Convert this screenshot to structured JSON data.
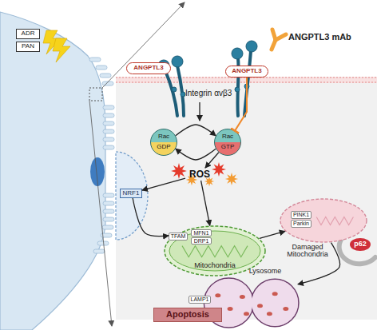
{
  "diagram": {
    "nodes": [
      {
        "text": [
          "ADR"
        ]
      },
      {
        "text": [
          "PAN"
        ]
      },
      {
        "text": [
          "ANGPTL3"
        ]
      },
      {
        "text": [
          "ANGPTL3"
        ]
      },
      {
        "text": [
          "Rac",
          "GDP"
        ]
      },
      {
        "text": [
          "Rac",
          "GTP"
        ]
      },
      {
        "text": [
          "ROS"
        ]
      },
      {
        "text": [
          "NRF1"
        ]
      },
      {
        "text": [
          "Mitochondria"
        ]
      },
      {
        "text": [
          "TFAM"
        ],
        "in": 8
      },
      {
        "text": [
          "MFN1"
        ],
        "in": 8
      },
      {
        "text": [
          "DRP1"
        ],
        "in": 8
      },
      {
        "text": [
          "Damaged Mitochondria"
        ]
      },
      {
        "text": [
          "PINK1"
        ],
        "in": 12
      },
      {
        "text": [
          "Parkin"
        ],
        "in": 12
      },
      {
        "text": [
          "p62"
        ],
        "in": 12
      },
      {
        "text": [
          "Lysosome"
        ]
      },
      {
        "text": [
          "LAMP1"
        ],
        "in": 16
      },
      {
        "text": [
          "Apoptosis"
        ]
      }
    ],
    "edges": [
      {
        "from": 4,
        "to": 5,
        "arrow": "to"
      },
      {
        "from": 5,
        "to": 4,
        "arrow": "to"
      },
      {
        "from": 3,
        "to": 5,
        "arrow": "to"
      },
      {
        "from": 5,
        "to": 6,
        "arrow": "to"
      },
      {
        "from": 6,
        "to": 8,
        "arrow": "to"
      },
      {
        "from": 6,
        "to": 7,
        "arrow": "to"
      },
      {
        "from": 7,
        "to": 9,
        "arrow": "to"
      },
      {
        "from": 8,
        "to": 12,
        "arrow": "to"
      },
      {
        "from": 12,
        "to": 16,
        "arrow": "to"
      }
    ],
    "labels": [
      "Integrin αvβ3",
      "ANGPTL3 mAb"
    ]
  }
}
